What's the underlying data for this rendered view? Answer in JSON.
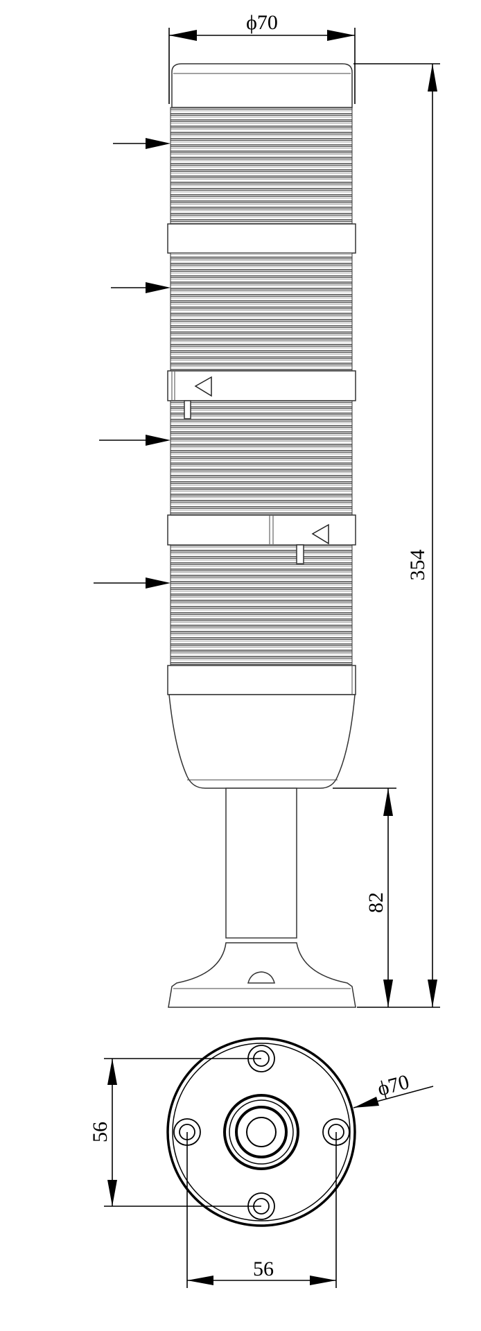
{
  "drawing": {
    "title": "Signal tower with pole mount - dimensional drawing",
    "colors": {
      "line": "#000000",
      "rib_dark": "#777777",
      "rib_light": "#bbbbbb",
      "background": "#ffffff"
    },
    "side_view": {
      "top_diameter_label": "Ø70",
      "overall_height_label": "354",
      "pole_height_label": "82",
      "tiers": 4,
      "indicator_arrows": 4
    },
    "bottom_view": {
      "diameter_label": "Ø70",
      "vertical_hole_spacing_label": "56",
      "horizontal_hole_spacing_label": "56",
      "mounting_holes": 4
    }
  },
  "labels": {
    "top_dia": "ϕ70",
    "height_354": "354",
    "height_82": "82",
    "base_dia": "ϕ70",
    "spacing_v": "56",
    "spacing_h": "56"
  }
}
